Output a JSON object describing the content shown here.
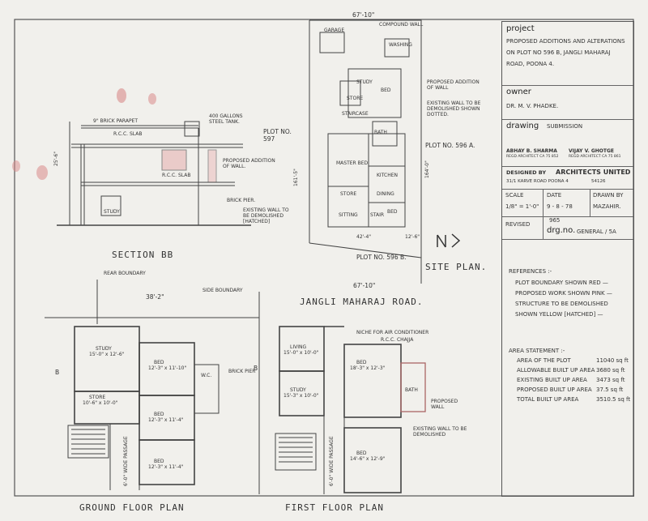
{
  "project": {
    "heading": "project",
    "line1": "PROPOSED ADDITIONS AND ALTERATIONS",
    "line2": "ON PLOT NO 596 B, JANGLI MAHARAJ",
    "line3": "ROAD, POONA 4."
  },
  "owner": {
    "heading": "owner",
    "name": "DR. M. V. PHADKE."
  },
  "drawing": {
    "heading": "drawing",
    "value": "SUBMISSION"
  },
  "architects": {
    "name1": "ABHAY B. SHARMA",
    "reg1": "REGD ARCHITECT CA 75 852",
    "name2": "VIJAY V. GHOTGE",
    "reg2": "REGD ARCHITECT CA 75 861",
    "designed_by": "DESIGNED BY",
    "firm": "ARCHITECTS UNITED",
    "address": "31/1 KARVE ROAD POONA 4",
    "phone": "54126"
  },
  "meta": {
    "scale_label": "SCALE",
    "scale_value": "1/8\" = 1'-0\"",
    "date_label": "DATE",
    "date_value": "9 - 8 - 78",
    "drawn_label": "DRAWN BY",
    "drawn_value": "MAZAHIR.",
    "revised_label": "REVISED",
    "drg_number": "965",
    "drg_label": "drg.no.",
    "drg_value": "GENERAL / 5A"
  },
  "references": {
    "heading": "REFERENCES :-",
    "items": [
      "PLOT BOUNDARY SHOWN RED —",
      "PROPOSED WORK SHOWN PINK —",
      "STRUCTURE TO BE DEMOLISHED",
      "SHOWN YELLOW [HATCHED] —"
    ]
  },
  "area": {
    "heading": "AREA STATEMENT :-",
    "rows": [
      {
        "label": "AREA OF THE PLOT",
        "value": "11040 sq ft"
      },
      {
        "label": "ALLOWABLE BUILT UP AREA",
        "value": "3680 sq ft"
      },
      {
        "label": "EXISTING BUILT UP AREA",
        "value": "3473 sq ft"
      },
      {
        "label": "PROPOSED BUILT UP AREA",
        "value": "37.5 sq ft"
      },
      {
        "label": "TOTAL BUILT UP AREA",
        "value": "3510.5 sq ft"
      }
    ]
  },
  "section": {
    "title": "SECTION BB",
    "parapet": "9\" BRICK PARAPET",
    "slab": "R.C.C. SLAB",
    "slab2": "R.C.C. SLAB",
    "tank": "400 GALLONS STEEL TANK.",
    "proposed_wall": "PROPOSED ADDITION OF WALL.",
    "brick_pier": "BRICK PIER.",
    "existing_wall": "EXISTING WALL TO BE DEMOLISHED [HATCHED]",
    "room": "STUDY",
    "height": "25'-6\"",
    "plot_no": "PLOT NO. 597"
  },
  "site": {
    "title": "SITE PLAN.",
    "top_dim": "67'-10\"",
    "bottom_dim": "67'-10\"",
    "compound_wall": "COMPOUND WALL",
    "garage": "GARAGE",
    "washing": "WASHING",
    "study": "STUDY",
    "store": "STORE",
    "staircase": "STAIRCASE",
    "bed": "BED",
    "bath": "BATH",
    "master_bed": "MASTER BED",
    "kitchen": "KITCHEN",
    "store2": "STORE",
    "dining": "DINING",
    "sitting": "SITTING",
    "stair": "STAIR",
    "bed2": "BED",
    "plot_596a": "PLOT NO. 596 A.",
    "plot_596b": "PLOT NO. 596 B.",
    "proposed": "PROPOSED ADDITION OF WALL",
    "existing": "EXISTING WALL TO BE DEMOLISHED SHOWN DOTTED.",
    "side_dim": "161'-5\"",
    "side_dim2": "164'-0\"",
    "w_dim": "42'-4\"",
    "w_dim2": "12'-6\""
  },
  "road": {
    "name": "JANGLI MAHARAJ ROAD."
  },
  "ground": {
    "title": "GROUND FLOOR PLAN",
    "rear": "REAR BOUNDARY",
    "side": "SIDE BOUNDARY",
    "width": "38'-2\"",
    "study": "STUDY",
    "study_dim": "15'-0\" x 12'-6\"",
    "store": "STORE",
    "store_dim": "10'-6\" x 10'-0\"",
    "bed1": "BED",
    "bed1_dim": "12'-3\" x 11'-10\"",
    "bed2": "BED",
    "bed2_dim": "12'-3\" x 11'-4\"",
    "bed3": "BED",
    "bed3_dim": "12'-3\" x 11'-4\"",
    "passage": "6'-0\" WIDE PASSAGE",
    "wc": "W.C.",
    "brick_pier": "BRICK PIER",
    "section_b": "B"
  },
  "first": {
    "title": "FIRST FLOOR PLAN",
    "living": "LIVING",
    "living_dim": "15'-0\" x 10'-0\"",
    "study": "STUDY",
    "study_dim": "15'-3\" x 10'-0\"",
    "bed1": "BED",
    "bed1_dim": "18'-3\" x 12'-3\"",
    "bath": "BATH",
    "bed2": "BED",
    "bed2_dim": "14'-6\" x 12'-9\"",
    "passage": "6'-0\" WIDE PASSAGE",
    "proposed": "PROPOSED WALL",
    "existing": "EXISTING WALL TO BE DEMOLISHED",
    "chajja": "R.C.C. CHAJJA",
    "niche": "NICHE FOR AIR CONDITIONER",
    "section_b": "B"
  }
}
